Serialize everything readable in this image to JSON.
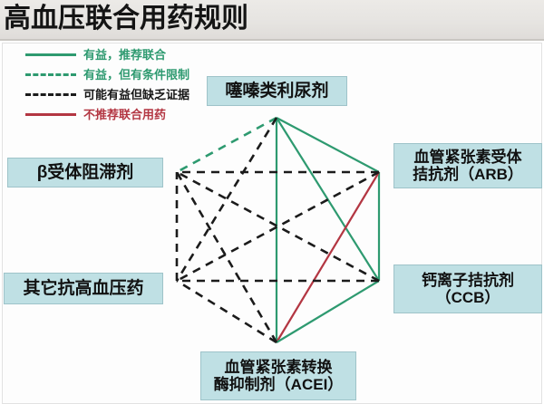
{
  "page": {
    "title": "高血压联合用药规则",
    "background_color": "#ffffff",
    "title_band_color": "#e8e6e3"
  },
  "colors": {
    "green": "#2e9a70",
    "black": "#1b1b1b",
    "red": "#b33642",
    "node_fill": "#bfe0e4",
    "node_border": "#9ec3c9"
  },
  "legend": {
    "items": [
      {
        "label": "有益，推荐联合",
        "style": "solid",
        "color": "#2e9a70",
        "swatch_name": "legend-swatch-green-solid"
      },
      {
        "label": "有益，但有条件限制",
        "style": "dashed",
        "color": "#2e9a70",
        "swatch_name": "legend-swatch-green-dashed"
      },
      {
        "label": "可能有益但缺乏证据",
        "style": "dashed",
        "color": "#1b1b1b",
        "swatch_name": "legend-swatch-black-dashed"
      },
      {
        "label": "不推荐联合用药",
        "style": "solid",
        "color": "#b33642",
        "swatch_name": "legend-swatch-red-solid"
      }
    ]
  },
  "diagram": {
    "type": "hexagon-network",
    "nodes": [
      {
        "id": "thiazide",
        "label": "噻嗪类利尿剂",
        "vertex": [
          305,
          130
        ]
      },
      {
        "id": "arb",
        "label": "血管紧张素受体\n拮抗剂（ARB）",
        "vertex": [
          418,
          190
        ]
      },
      {
        "id": "ccb",
        "label": "钙离子拮抗剂\n（CCB）",
        "vertex": [
          418,
          310
        ]
      },
      {
        "id": "acei",
        "label": "血管紧张素转换\n酶抑制剂（ACEI）",
        "vertex": [
          305,
          378
        ]
      },
      {
        "id": "other",
        "label": "其它抗高血压药",
        "vertex": [
          195,
          310
        ]
      },
      {
        "id": "beta",
        "label": "β受体阻滞剂",
        "vertex": [
          195,
          190
        ]
      }
    ],
    "edges": [
      {
        "from": "thiazide",
        "to": "arb",
        "style": "solid",
        "color": "#2e9a70",
        "meaning": "有益，推荐联合"
      },
      {
        "from": "thiazide",
        "to": "ccb",
        "style": "solid",
        "color": "#2e9a70",
        "meaning": "有益，推荐联合"
      },
      {
        "from": "thiazide",
        "to": "acei",
        "style": "solid",
        "color": "#2e9a70",
        "meaning": "有益，推荐联合"
      },
      {
        "from": "thiazide",
        "to": "beta",
        "style": "dashed",
        "color": "#2e9a70",
        "meaning": "有益，但有条件限制"
      },
      {
        "from": "thiazide",
        "to": "other",
        "style": "dashed",
        "color": "#1b1b1b",
        "meaning": "可能有益但缺乏证据"
      },
      {
        "from": "arb",
        "to": "ccb",
        "style": "solid",
        "color": "#2e9a70",
        "meaning": "有益，推荐联合"
      },
      {
        "from": "arb",
        "to": "acei",
        "style": "solid",
        "color": "#b33642",
        "meaning": "不推荐联合用药"
      },
      {
        "from": "arb",
        "to": "other",
        "style": "dashed",
        "color": "#1b1b1b",
        "meaning": "可能有益但缺乏证据"
      },
      {
        "from": "arb",
        "to": "beta",
        "style": "dashed",
        "color": "#1b1b1b",
        "meaning": "可能有益但缺乏证据"
      },
      {
        "from": "ccb",
        "to": "acei",
        "style": "solid",
        "color": "#2e9a70",
        "meaning": "有益，推荐联合"
      },
      {
        "from": "ccb",
        "to": "other",
        "style": "dashed",
        "color": "#1b1b1b",
        "meaning": "可能有益但缺乏证据"
      },
      {
        "from": "ccb",
        "to": "beta",
        "style": "dashed",
        "color": "#1b1b1b",
        "meaning": "可能有益但缺乏证据"
      },
      {
        "from": "acei",
        "to": "other",
        "style": "dashed",
        "color": "#1b1b1b",
        "meaning": "可能有益但缺乏证据"
      },
      {
        "from": "acei",
        "to": "beta",
        "style": "dashed",
        "color": "#1b1b1b",
        "meaning": "可能有益但缺乏证据"
      },
      {
        "from": "other",
        "to": "beta",
        "style": "dashed",
        "color": "#1b1b1b",
        "meaning": "可能有益但缺乏证据"
      }
    ]
  },
  "node_labels": {
    "thiazide": "噻嗪类利尿剂",
    "arb_line1": "血管紧张素受体",
    "arb_line2": "拮抗剂（ARB）",
    "ccb_line1": "钙离子拮抗剂",
    "ccb_line2": "（CCB）",
    "acei_line1": "血管紧张素转换",
    "acei_line2": "酶抑制剂（ACEI）",
    "other": "其它抗高血压药",
    "beta": "β受体阻滞剂"
  }
}
